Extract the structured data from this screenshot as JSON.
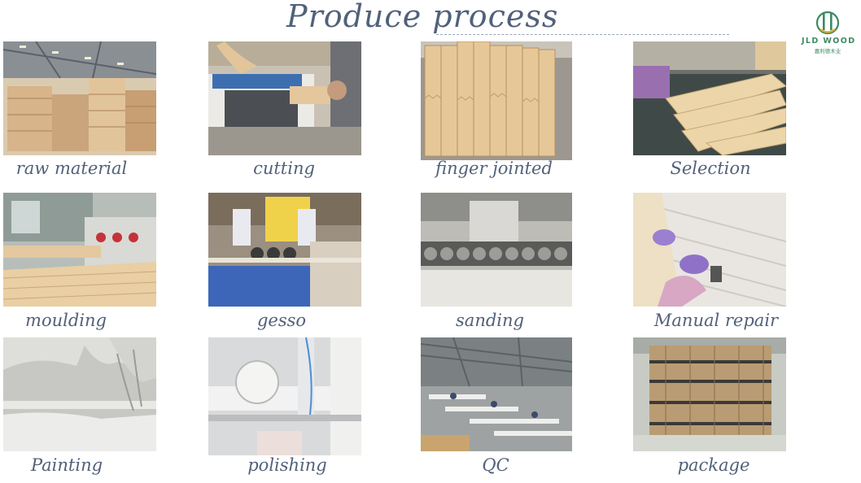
{
  "title": "Produce process",
  "logo": {
    "brand": "JLD WOOD",
    "sub": "嘉利德木业"
  },
  "colors": {
    "text": "#51617a",
    "brand": "#3c8a63"
  },
  "steps": [
    {
      "label": "raw material",
      "image": "warehouse-stacked-lumber"
    },
    {
      "label": "cutting",
      "image": "worker-at-cutting-machine"
    },
    {
      "label": "finger jointed",
      "image": "finger-jointed-board-stack"
    },
    {
      "label": "Selection",
      "image": "sorting-boards-on-table"
    },
    {
      "label": "moulding",
      "image": "moulding-machine-and-boards"
    },
    {
      "label": "gesso",
      "image": "gesso-coating-machine"
    },
    {
      "label": "sanding",
      "image": "sanding-machine-rollers"
    },
    {
      "label": "Manual repair",
      "image": "gloved-hand-repairing-board"
    },
    {
      "label": "Painting",
      "image": "paint-spray-booth"
    },
    {
      "label": "polishing",
      "image": "polishing-machine"
    },
    {
      "label": "QC",
      "image": "factory-inspection-line"
    },
    {
      "label": "package",
      "image": "wrapped-pallet-packages"
    }
  ]
}
